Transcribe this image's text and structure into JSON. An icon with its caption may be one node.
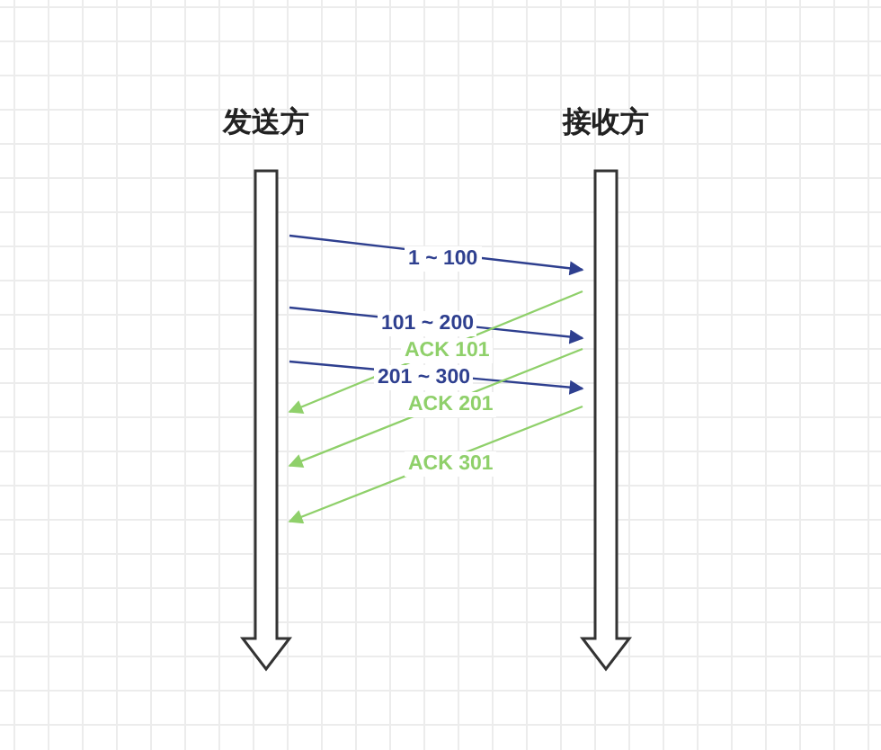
{
  "diagram": {
    "nodes": [
      {
        "text": [
          "发送方"
        ]
      },
      {
        "text": [
          "接收方"
        ]
      }
    ],
    "edges": [
      {
        "from": 0,
        "to": 1,
        "arrow": "to",
        "label": "1 ~ 100"
      },
      {
        "from": 0,
        "to": 1,
        "arrow": "to",
        "label": "101 ~ 200"
      },
      {
        "from": 1,
        "to": 0,
        "arrow": "to",
        "label": "ACK 101",
        "color": "#8fd06a"
      },
      {
        "from": 0,
        "to": 1,
        "arrow": "to",
        "label": "201 ~ 300"
      },
      {
        "from": 1,
        "to": 0,
        "arrow": "to",
        "label": "ACK 201",
        "color": "#8fd06a"
      },
      {
        "from": 1,
        "to": 0,
        "arrow": "to",
        "label": "ACK 301",
        "color": "#8fd06a"
      }
    ]
  }
}
